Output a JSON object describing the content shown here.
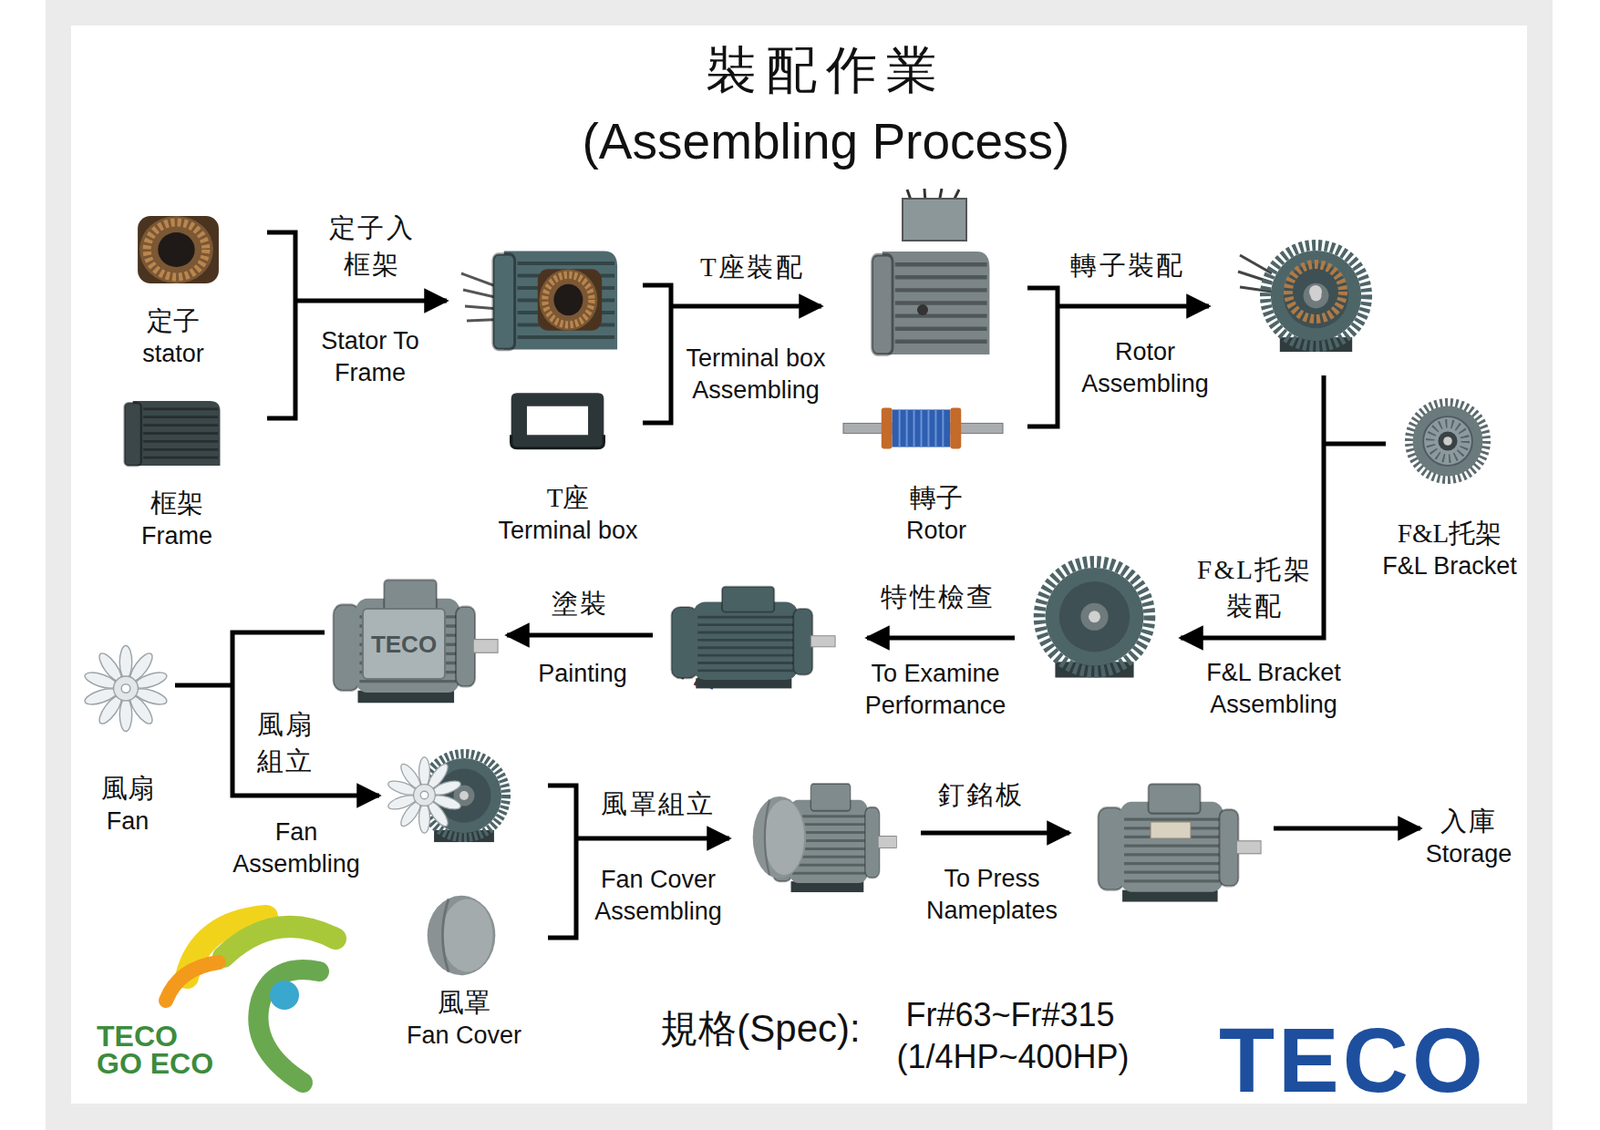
{
  "diagram": {
    "title": "裝配作業",
    "nodes": [
      {
        "text": [
          "定子",
          "stator"
        ]
      },
      {
        "text": [
          "框架",
          "Frame"
        ]
      },
      {
        "text": [
          "T座",
          "Terminal box"
        ]
      },
      {
        "text": [
          "轉子",
          "Rotor"
        ]
      },
      {
        "text": [
          "F&L托架",
          "F&L Bracket"
        ]
      },
      {
        "text": [
          "風扇",
          "Fan"
        ]
      },
      {
        "text": [
          "風罩",
          "Fan Cover"
        ]
      }
    ],
    "labels": [
      "(Assembling Process)",
      "定子入 框架",
      "Stator To Frame",
      "T座裝配",
      "Terminal box Assembling",
      "轉子裝配",
      "Rotor Assembling",
      "F&L托架 裝配",
      "F&L Bracket Assembling",
      "特性檢查",
      "To Examine Performance",
      "塗裝",
      "Painting",
      "TECO",
      "風扇 組立",
      "Fan Assembling",
      "風罩組立",
      "Fan Cover Assembling",
      "釘銘板",
      "To Press Nameplates",
      "入庫",
      "Storage",
      "規格(Spec):",
      "Fr#63~Fr#315",
      "(1/4HP~400HP)",
      "TECO GO ECO",
      "TECO"
    ]
  }
}
